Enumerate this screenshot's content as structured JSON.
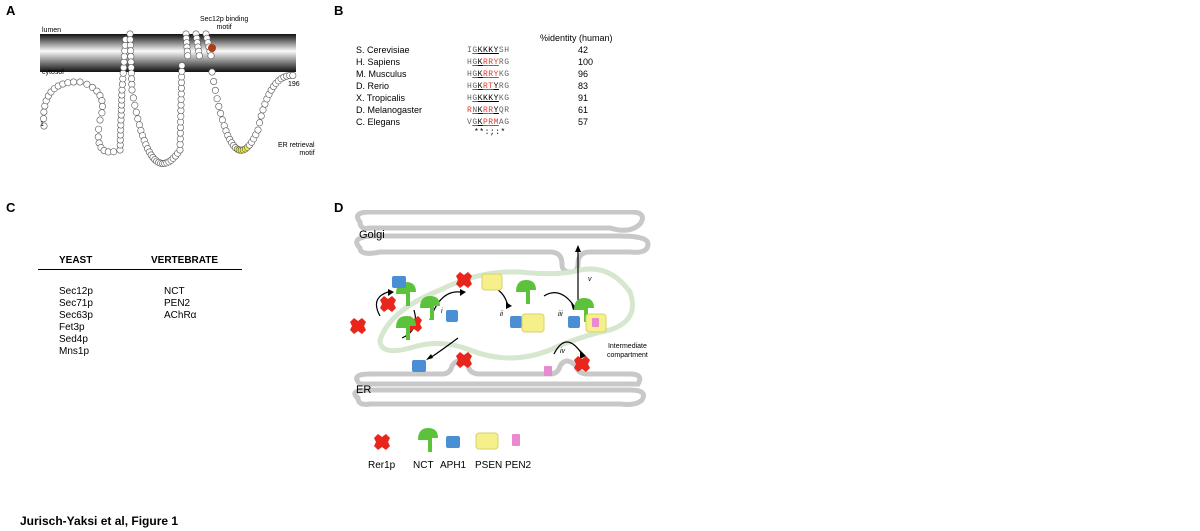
{
  "panels": {
    "a": "A",
    "b": "B",
    "c": "C",
    "d": "D"
  },
  "panel_a": {
    "lumen": "lumen",
    "cytosol": "cytosol",
    "binding_motif": [
      "Sec12p binding",
      "motif"
    ],
    "retrieval_motif": [
      "ER retrieval",
      "motif"
    ],
    "start": "1",
    "end": "196"
  },
  "panel_b": {
    "header": "%identity (human)",
    "rows": [
      {
        "species": "S. Cerevisiae",
        "seq": "IGKKKYSH",
        "identity": "42"
      },
      {
        "species": "H. Sapiens",
        "seq": "HGKRRYRG",
        "identity": "100"
      },
      {
        "species": "M. Musculus",
        "seq": "HGKRRYKG",
        "identity": "96"
      },
      {
        "species": "D. Rerio",
        "seq": "HGKRTYRG",
        "identity": "83"
      },
      {
        "species": "X. Tropicalis",
        "seq": "HGKKKYKG",
        "identity": "91"
      },
      {
        "species": "D. Melanogaster",
        "seq": "RNKRRYQR",
        "identity": "61"
      },
      {
        "species": "C. Elegans",
        "seq": "VGKPRMAG",
        "identity": "57"
      }
    ],
    "conservation": "**:;:*"
  },
  "panel_c": {
    "col1_header": "YEAST",
    "col2_header": "VERTEBRATE",
    "yeast": [
      "Sec12p",
      "Sec71p",
      "Sec63p",
      "Fet3p",
      "Sed4p",
      "Mns1p"
    ],
    "vertebrate": [
      "NCT",
      "PEN2",
      "AChRα"
    ]
  },
  "panel_d": {
    "golgi": "Golgi",
    "er": "ER",
    "intermediate": [
      "Intermediate",
      "compartment"
    ],
    "steps": [
      "i",
      "ii",
      "iii",
      "iv",
      "v"
    ],
    "legend": [
      "Rer1p",
      "NCT",
      "APH1",
      "PSEN",
      "PEN2"
    ]
  },
  "colors": {
    "rer1p": "#e8261c",
    "nct": "#5cc23c",
    "aph1": "#4a8fd6",
    "psen": "#f6f08a",
    "pen2": "#e98ad0",
    "membrane": "#c8c8c8",
    "motif_yellow": "#f2ee3a"
  },
  "caption": "Jurisch-Yaksi et al, Figure 1"
}
